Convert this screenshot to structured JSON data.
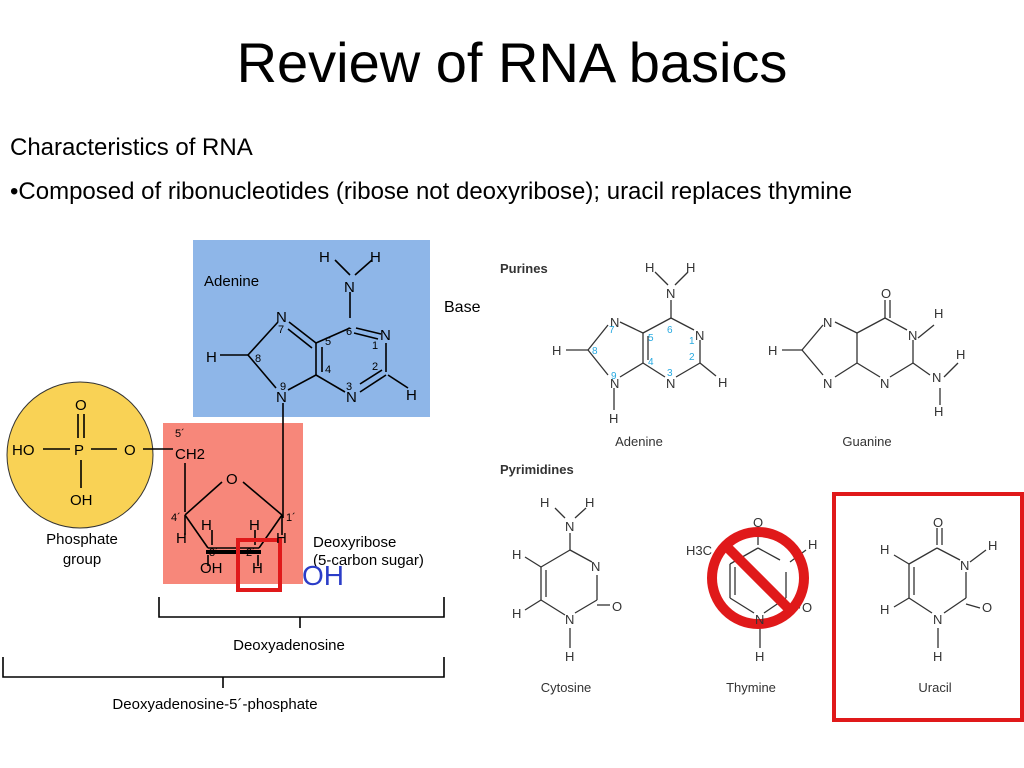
{
  "slide": {
    "title": "Review of RNA basics",
    "subtitle": "Characteristics of RNA",
    "bullet": "•Composed of ribonucleotides (ribose not deoxyribose); uracil replaces thymine"
  },
  "left_figure": {
    "adenine": "Adenine",
    "base": "Base",
    "phosphate": [
      "Phosphate",
      "group"
    ],
    "sugar": [
      "Deoxyribose",
      "(5-carbon sugar)"
    ],
    "oh_replacement": "OH",
    "deoxyadenosine": "Deoxyadenosine",
    "deoxyadenosine_phosphate": "Deoxyadenosine-5´-phosphate",
    "atoms": {
      "p": "P",
      "o": "O",
      "ho": "HO",
      "oh": "OH",
      "ch2": "CH2",
      "n": "N",
      "h": "H",
      "c5": "5´",
      "c4": "4´",
      "c3": "3´",
      "c2": "2´",
      "c1": "1´",
      "r1": "1",
      "r2": "2",
      "r3": "3",
      "r4": "4",
      "r5": "5",
      "r6": "6",
      "r7": "7",
      "r8": "8",
      "r9": "9"
    }
  },
  "right_figure": {
    "purines": "Purines",
    "pyrimidines": "Pyrimidines",
    "names": [
      "Adenine",
      "Guanine",
      "Cytosine",
      "Thymine",
      "Uracil"
    ],
    "h3c": "H3C"
  },
  "colors": {
    "base_box": "#8EB6E8",
    "sugar_box": "#F7877A",
    "phosphate": "#F9D255",
    "highlight": "#E0191A",
    "oh_text": "#2B3DC8",
    "ring_numbers": "#27A9E1"
  }
}
